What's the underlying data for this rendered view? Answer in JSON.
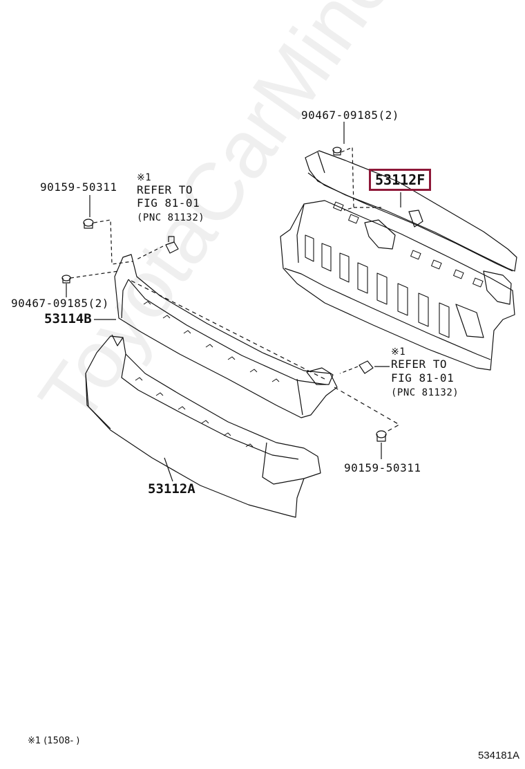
{
  "watermark": "ToyotaCarMine.ru",
  "labels": {
    "bolt_top": "90467-09185(2)",
    "part_highlight": "53112F",
    "screw_left": "90159-50311",
    "ref_left_mark": "※1",
    "ref_left_line1": "REFER TO",
    "ref_left_line2": "FIG 81-01",
    "ref_left_line3": "(PNC 81132)",
    "bolt_left": "90467-09185(2)",
    "part_b": "53114B",
    "ref_right_mark": "※1",
    "ref_right_line1": "REFER TO",
    "ref_right_line2": "FIG 81-01",
    "ref_right_line3": "(PNC 81132)",
    "screw_right": "90159-50311",
    "part_a": "53112A"
  },
  "footnote": "※1 (1508-       )",
  "figure_id": "534181A",
  "colors": {
    "highlight": "#8e1838",
    "line": "#111111"
  }
}
